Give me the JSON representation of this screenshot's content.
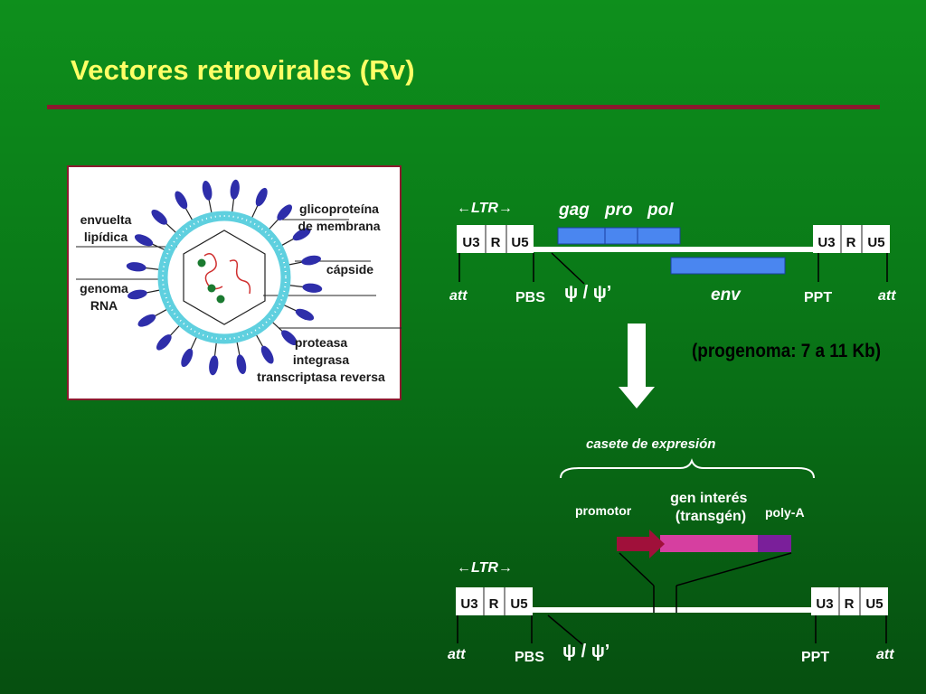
{
  "title": "Vectores retrovirales (Rv)",
  "colors": {
    "title": "#ffff66",
    "title_rule": "#8b1a2e",
    "gene_box": "#4a86f0",
    "gene_box_border": "#1a3fa0",
    "promoter": "#a0103a",
    "transgene": "#d63fa0",
    "polyA": "#7a1f9a",
    "capsid_ring": "#5fd0df",
    "glycoprotein": "#2e2eaa",
    "rna": "#d03030",
    "enzyme": "#1a7a30"
  },
  "virus_panel": {
    "labels": {
      "envelope": "envuelta\nlipídica",
      "glycoprotein": "glicoproteína\nde membrana",
      "capsid": "cápside",
      "genome": "genoma\nRNA",
      "enzymes": "proteasa\nintegrasa\ntranscriptasa reversa"
    }
  },
  "provirus": {
    "ltr_label": "←LTR→",
    "ltr_cells": [
      "U3",
      "R",
      "U5"
    ],
    "genes_top": [
      "gag",
      "pro",
      "pol"
    ],
    "gene_env": "env",
    "att_left": "att",
    "att_right": "att",
    "pbs": "PBS",
    "psi": "ψ / ψ’",
    "ppt": "PPT"
  },
  "progenoma_note": "(progenoma: 7 a 11 Kb)",
  "vector": {
    "cassette_label": "casete de expresión",
    "promoter": "promotor",
    "transgene": "gen interés\n(transgén)",
    "polyA": "poly-A",
    "ltr_label": "←LTR→",
    "ltr_cells": [
      "U3",
      "R",
      "U5"
    ],
    "att_left": "att",
    "att_right": "att",
    "pbs": "PBS",
    "psi": "ψ / ψ’",
    "ppt": "PPT"
  }
}
